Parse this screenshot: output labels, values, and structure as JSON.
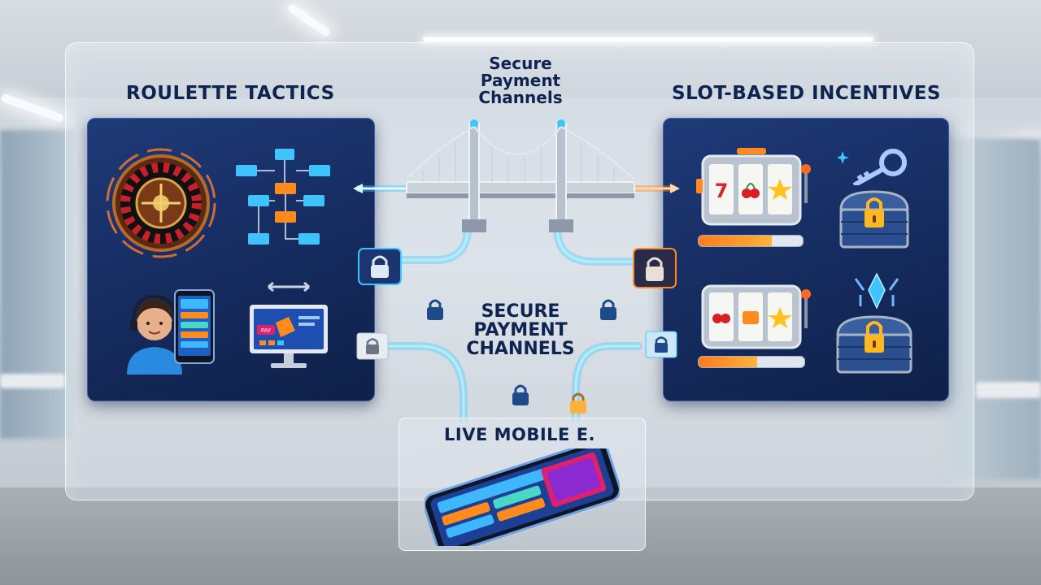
{
  "sections": {
    "roulette": {
      "title": "ROULETTE TACTICS"
    },
    "slots": {
      "title": "SLOT-BASED INCENTIVES"
    },
    "mobile": {
      "title": "LIVE MOBILE E."
    }
  },
  "center": {
    "top_title": [
      "Secure",
      "Payment",
      "Channels"
    ],
    "middle_title": [
      "SECURE",
      "PAYMENT",
      "CHANNELS"
    ]
  },
  "roulette_card": {
    "icons": [
      "roulette-wheel-icon",
      "flowchart-icon",
      "support-agent-icon",
      "smartphone-icon",
      "desktop-monitor-icon"
    ],
    "monitor_label": "PAY"
  },
  "slots_card": {
    "icons": [
      "slot-machine-icon",
      "key-icon",
      "treasure-chest-icon",
      "diamond-icon"
    ],
    "progress": [
      0.7,
      0.55
    ]
  },
  "colors": {
    "card_bg": "#152b5e",
    "accent_cyan": "#38c8ff",
    "accent_orange": "#ff8a1e",
    "title_navy": "#0f2350"
  }
}
